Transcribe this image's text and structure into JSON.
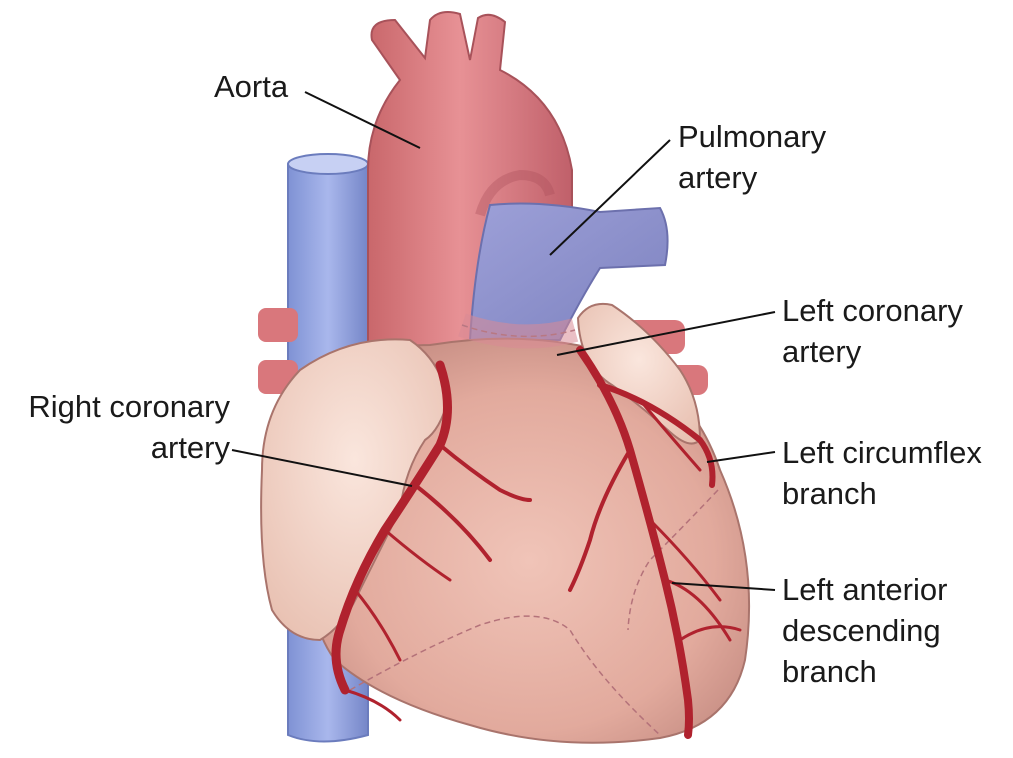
{
  "colors": {
    "aorta": "#d9787b",
    "aorta_dark": "#b85a5e",
    "vein": "#8ea0db",
    "vein_dark": "#6f80c0",
    "pulmonary": "#8f93cc",
    "heart": "#e6b2a6",
    "heart_dark": "#c98f85",
    "atrium": "#f3d5c8",
    "coronary": "#b0222e",
    "leader": "#111111"
  },
  "labels": {
    "aorta": {
      "lines": [
        "Aorta"
      ]
    },
    "pulmonary_artery": {
      "lines": [
        "Pulmonary",
        "artery"
      ]
    },
    "left_coronary_artery": {
      "lines": [
        "Left coronary",
        "artery"
      ]
    },
    "right_coronary_artery": {
      "lines": [
        "Right coronary",
        "artery"
      ]
    },
    "left_circumflex_branch": {
      "lines": [
        "Left circumflex",
        "branch"
      ]
    },
    "left_anterior_descending_branch": {
      "lines": [
        "Left anterior",
        "descending",
        "branch"
      ]
    }
  }
}
